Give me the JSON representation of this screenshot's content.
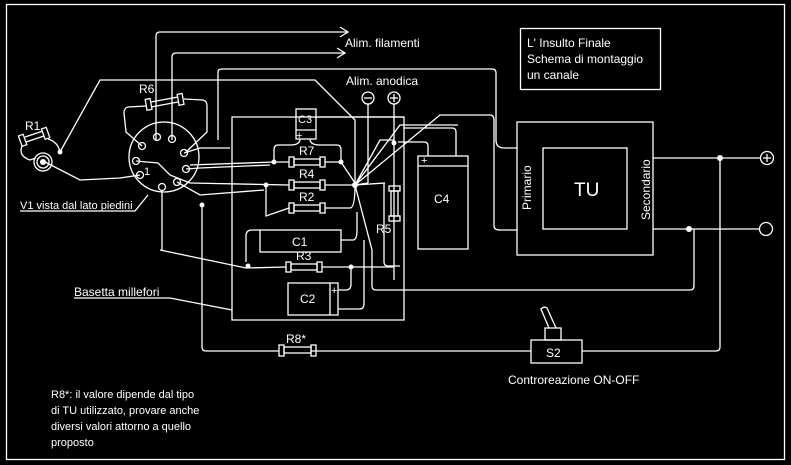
{
  "title_box": {
    "line1": "L' Insulto Finale",
    "line2": "Schema di montaggio",
    "line3": "un canale"
  },
  "labels": {
    "filament_supply": "Alim. filamenti",
    "anode_supply": "Alim. anodica",
    "minus_sign": "−",
    "plus_sign": "+",
    "tube_view": "V1 vista dal lato piedini",
    "perfboard": "Basetta millefori",
    "feedback_switch": "Controreazione ON-OFF",
    "pin1": "1"
  },
  "components": {
    "R1": "R1",
    "R2": "R2",
    "R3": "R3",
    "R4": "R4",
    "R5": "R5",
    "R6": "R6",
    "R7": "R7",
    "R8": "R8*",
    "C1": "C1",
    "C2": "C2",
    "C3": "C3",
    "C4": "C4",
    "S2": "S2",
    "TU": "TU",
    "primary": "Primario",
    "secondary": "Secondario"
  },
  "note": {
    "line1": "R8*: il valore dipende dal tipo",
    "line2": "di TU utilizzato, provare anche",
    "line3": "diversi valori attorno a quello",
    "line4": "proposto"
  },
  "colors": {
    "background": "#000000",
    "stroke": "#ffffff"
  }
}
